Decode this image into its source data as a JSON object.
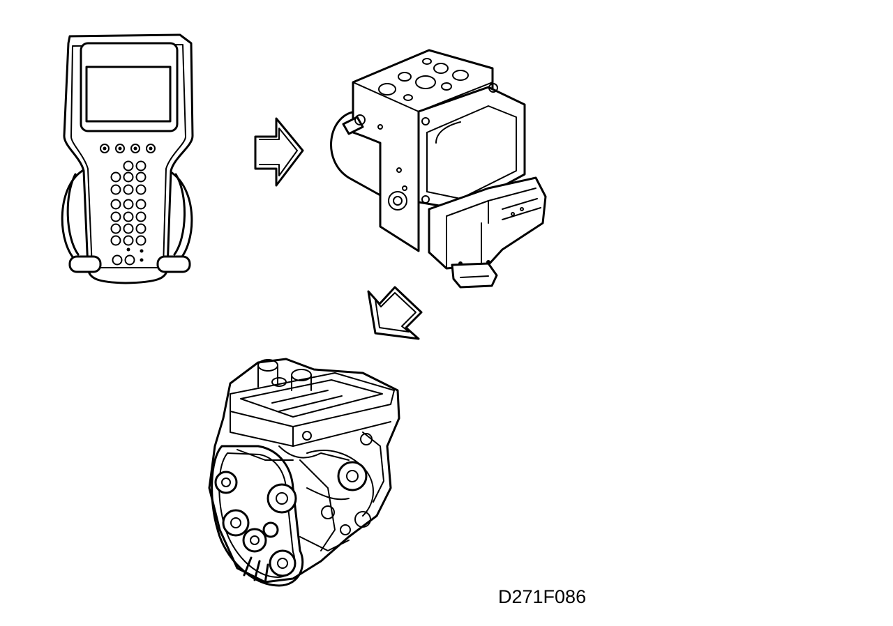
{
  "figure": {
    "drawing_code": "D271F086"
  },
  "components": [
    "diagnostic-tool",
    "abs-control-module",
    "engine"
  ]
}
